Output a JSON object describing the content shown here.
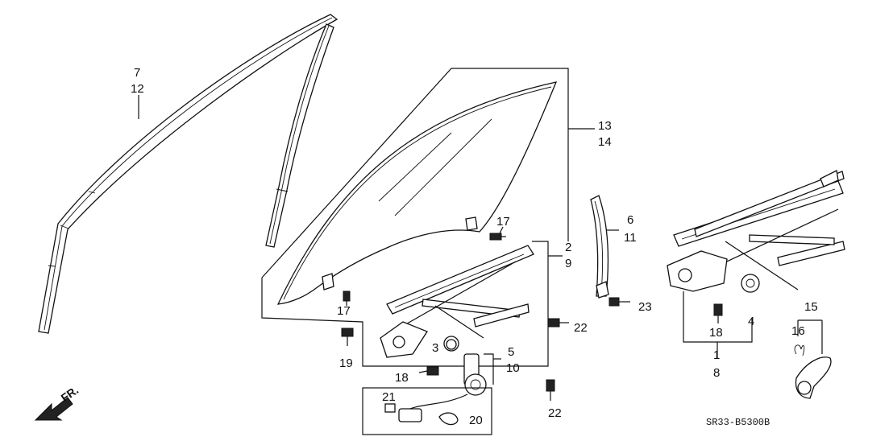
{
  "diagram": {
    "code": "SR33-B5300B",
    "direction": "FR.",
    "callouts": {
      "c7": "7",
      "c12": "12",
      "c13": "13",
      "c14": "14",
      "c17a": "17",
      "c17b": "17",
      "c2": "2",
      "c9": "9",
      "c6": "6",
      "c11": "11",
      "c23": "23",
      "c22a": "22",
      "c22b": "22",
      "c19": "19",
      "c3": "3",
      "c5": "5",
      "c10": "10",
      "c18a": "18",
      "c18b": "18",
      "c21": "21",
      "c20": "20",
      "c1": "1",
      "c8": "8",
      "c4": "4",
      "c15": "15",
      "c16": "16"
    }
  }
}
